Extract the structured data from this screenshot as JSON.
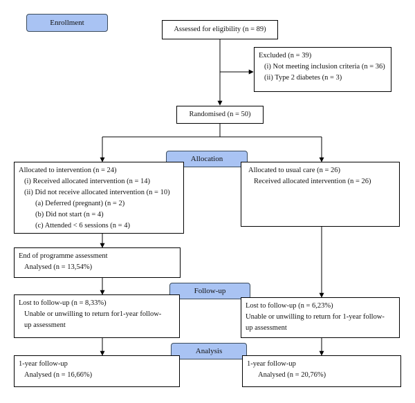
{
  "labels": {
    "enrollment": "Enrollment",
    "allocation": "Allocation",
    "followup": "Follow-up",
    "analysis": "Analysis"
  },
  "boxes": {
    "eligibility": "Assessed for eligibility (n = 89)",
    "excluded": {
      "title": "Excluded (n = 39)",
      "items": [
        "(i) Not meeting inclusion criteria (n = 36)",
        "(ii) Type 2 diabetes (n = 3)"
      ]
    },
    "randomised": "Randomised (n = 50)",
    "intervention": {
      "title": "Allocated to intervention (n = 24)",
      "items": [
        "(i) Received allocated intervention (n = 14)",
        "(ii) Did not receive allocated intervention (n = 10)"
      ],
      "subitems": [
        "(a) Deferred (pregnant) (n = 2)",
        "(b) Did not start (n = 4)",
        "(c) Attended < 6 sessions (n = 4)"
      ]
    },
    "usual_care": {
      "title": "Allocated to usual care (n = 26)",
      "item": "Received allocated intervention (n = 26)"
    },
    "end_programme": {
      "title": "End of programme assessment",
      "item": "Analysed (n = 13,54%)"
    },
    "lost_left": {
      "title": "Lost to follow-up (n = 8,33%)",
      "item": "Unable or unwilling to return for1-year follow-up assessment"
    },
    "lost_right": {
      "title": "Lost to follow-up (n = 6,23%)",
      "item": "Unable or unwilling to return for 1-year follow-up assessment"
    },
    "analysis_left": {
      "title": "1-year follow-up",
      "item": "Analysed (n = 16,66%)"
    },
    "analysis_right": {
      "title": "1-year follow-up",
      "item": "Analysed (n = 20,76%)"
    }
  }
}
